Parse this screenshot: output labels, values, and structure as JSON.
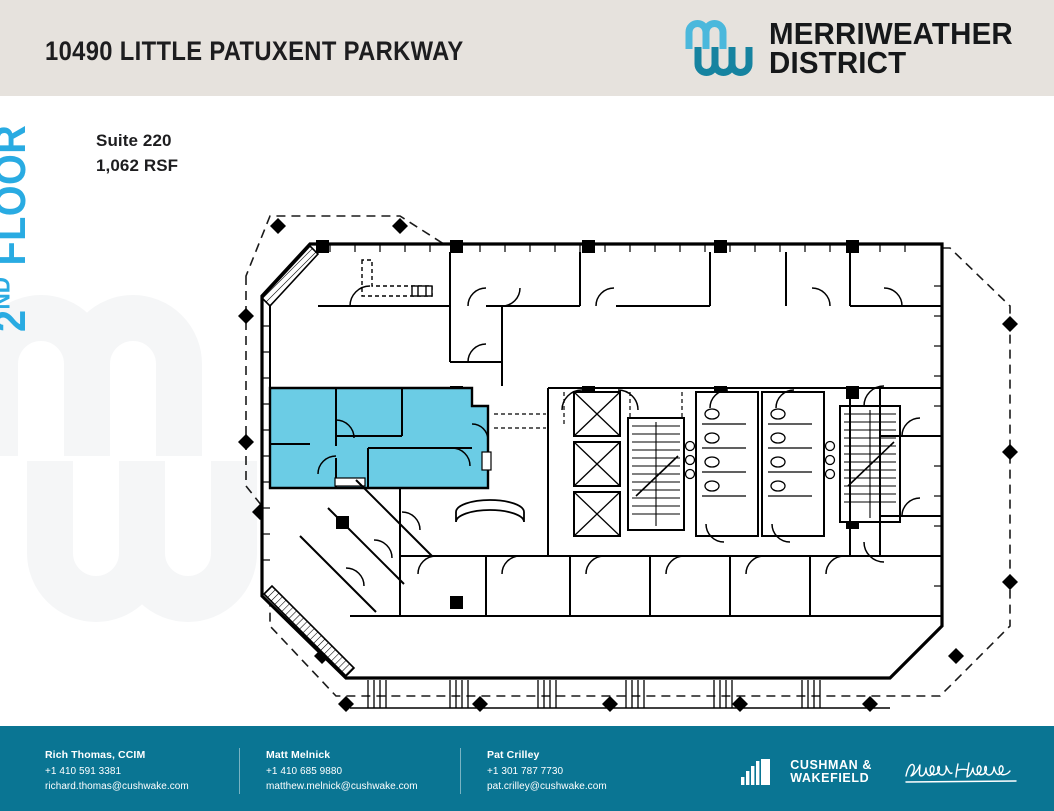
{
  "header": {
    "title": "10490 LITTLE PATUXENT PARKWAY",
    "brand_line1": "MERRIWEATHER",
    "brand_line2": "DISTRICT",
    "brand_mark_icon": "mw-monogram-icon",
    "background_color": "#E6E2DD"
  },
  "floor": {
    "ordinal_number": "2",
    "ordinal_suffix": "ND",
    "label": "FLOOR",
    "accent_color": "#29ABE2"
  },
  "suite": {
    "name": "Suite 220",
    "area": "1,062 RSF",
    "highlight_color": "#6BCCE5"
  },
  "plan": {
    "title": "2nd floor plan",
    "watermark_icon": "mw-watermark-icon",
    "line_color": "#000000",
    "property_line_style": "dashed",
    "column_marker_icon": "diamond-marker-icon"
  },
  "footer": {
    "background_color": "#0A7593",
    "contacts": [
      {
        "name": "Rich Thomas, CCIM",
        "phone": "+1 410 591 3381",
        "email": "richard.thomas@cushwake.com"
      },
      {
        "name": "Matt Melnick",
        "phone": "+1 410 685 9880",
        "email": "matthew.melnick@cushwake.com"
      },
      {
        "name": "Pat Crilley",
        "phone": "+1 301 787 7730",
        "email": "pat.crilley@cushwake.com"
      }
    ],
    "logos": {
      "cushman_line1": "CUSHMAN &",
      "cushman_line2": "WAKEFIELD",
      "cushman_mark_icon": "cushman-wakefield-bars-icon",
      "howard_hughes_icon": "howard-hughes-signature-icon",
      "howard_hughes_label": "Howard Hughes"
    }
  }
}
